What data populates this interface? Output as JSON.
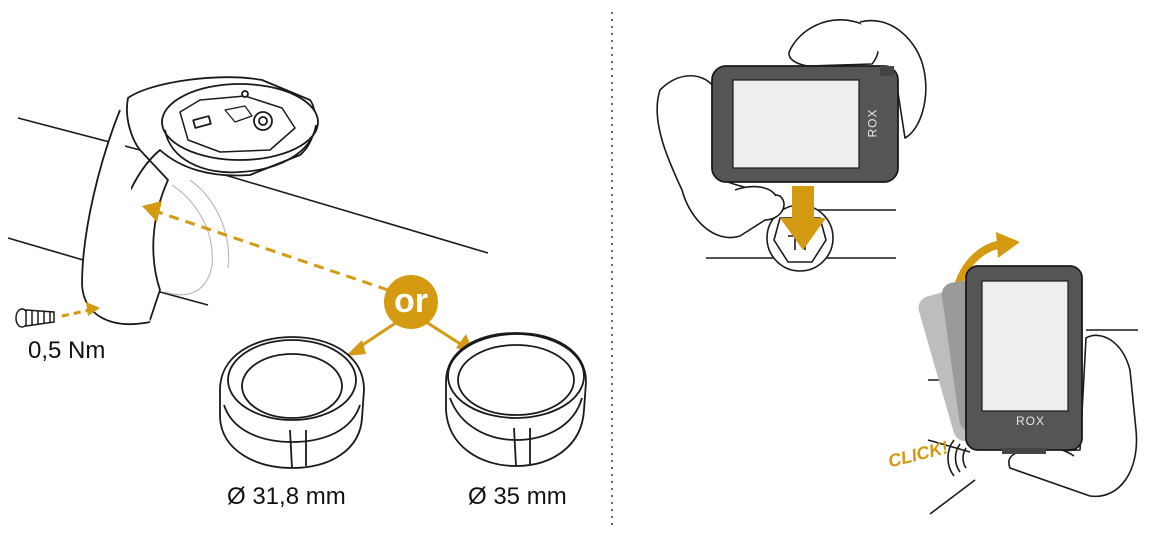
{
  "labels": {
    "torque": "0,5 Nm",
    "or": "or",
    "diameter_small": "Ø 31,8 mm",
    "diameter_large": "Ø 35 mm",
    "click": "CLICK!",
    "device_brand": "ROX"
  },
  "colors": {
    "accent": "#D49A12",
    "line": "#1a1a1a",
    "device_body": "#555555",
    "screen": "#eeeeee"
  },
  "icons": [
    "screw-icon",
    "dashed-arrow-icon",
    "down-arrow-icon",
    "rotate-arrow-icon",
    "sound-waves-icon",
    "hand-icon"
  ]
}
